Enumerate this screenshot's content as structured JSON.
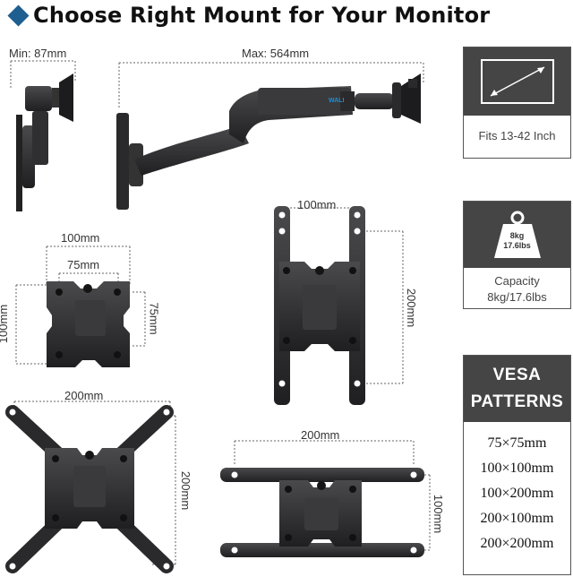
{
  "title": "Choose Right Mount for Your Monitor",
  "arm": {
    "min_label": "Min: 87mm",
    "max_label": "Max: 564mm",
    "brand": "WALI"
  },
  "plates": {
    "p100": {
      "outer": "100mm",
      "inner": "75mm",
      "side_outer": "100mm",
      "side_inner": "75mm"
    },
    "p100x200": {
      "top": "100mm",
      "side": "200mm"
    },
    "p200": {
      "top": "200mm",
      "side": "200mm"
    },
    "p200x100": {
      "top": "200mm",
      "side": "100mm"
    }
  },
  "cards": {
    "fits": {
      "caption": "Fits 13-42 Inch"
    },
    "capacity": {
      "weight_kg": "8kg",
      "weight_lbs": "17.6lbs",
      "caption_line1": "Capacity",
      "caption_line2": "8kg/17.6lbs"
    },
    "vesa": {
      "heading_line1": "VESA",
      "heading_line2": "PATTERNS",
      "patterns": [
        "75×75mm",
        "100×100mm",
        "100×200mm",
        "200×100mm",
        "200×200mm"
      ]
    }
  },
  "colors": {
    "accent": "#1f5f8f",
    "metal": "#2e2e30",
    "card_dark": "#454545"
  }
}
